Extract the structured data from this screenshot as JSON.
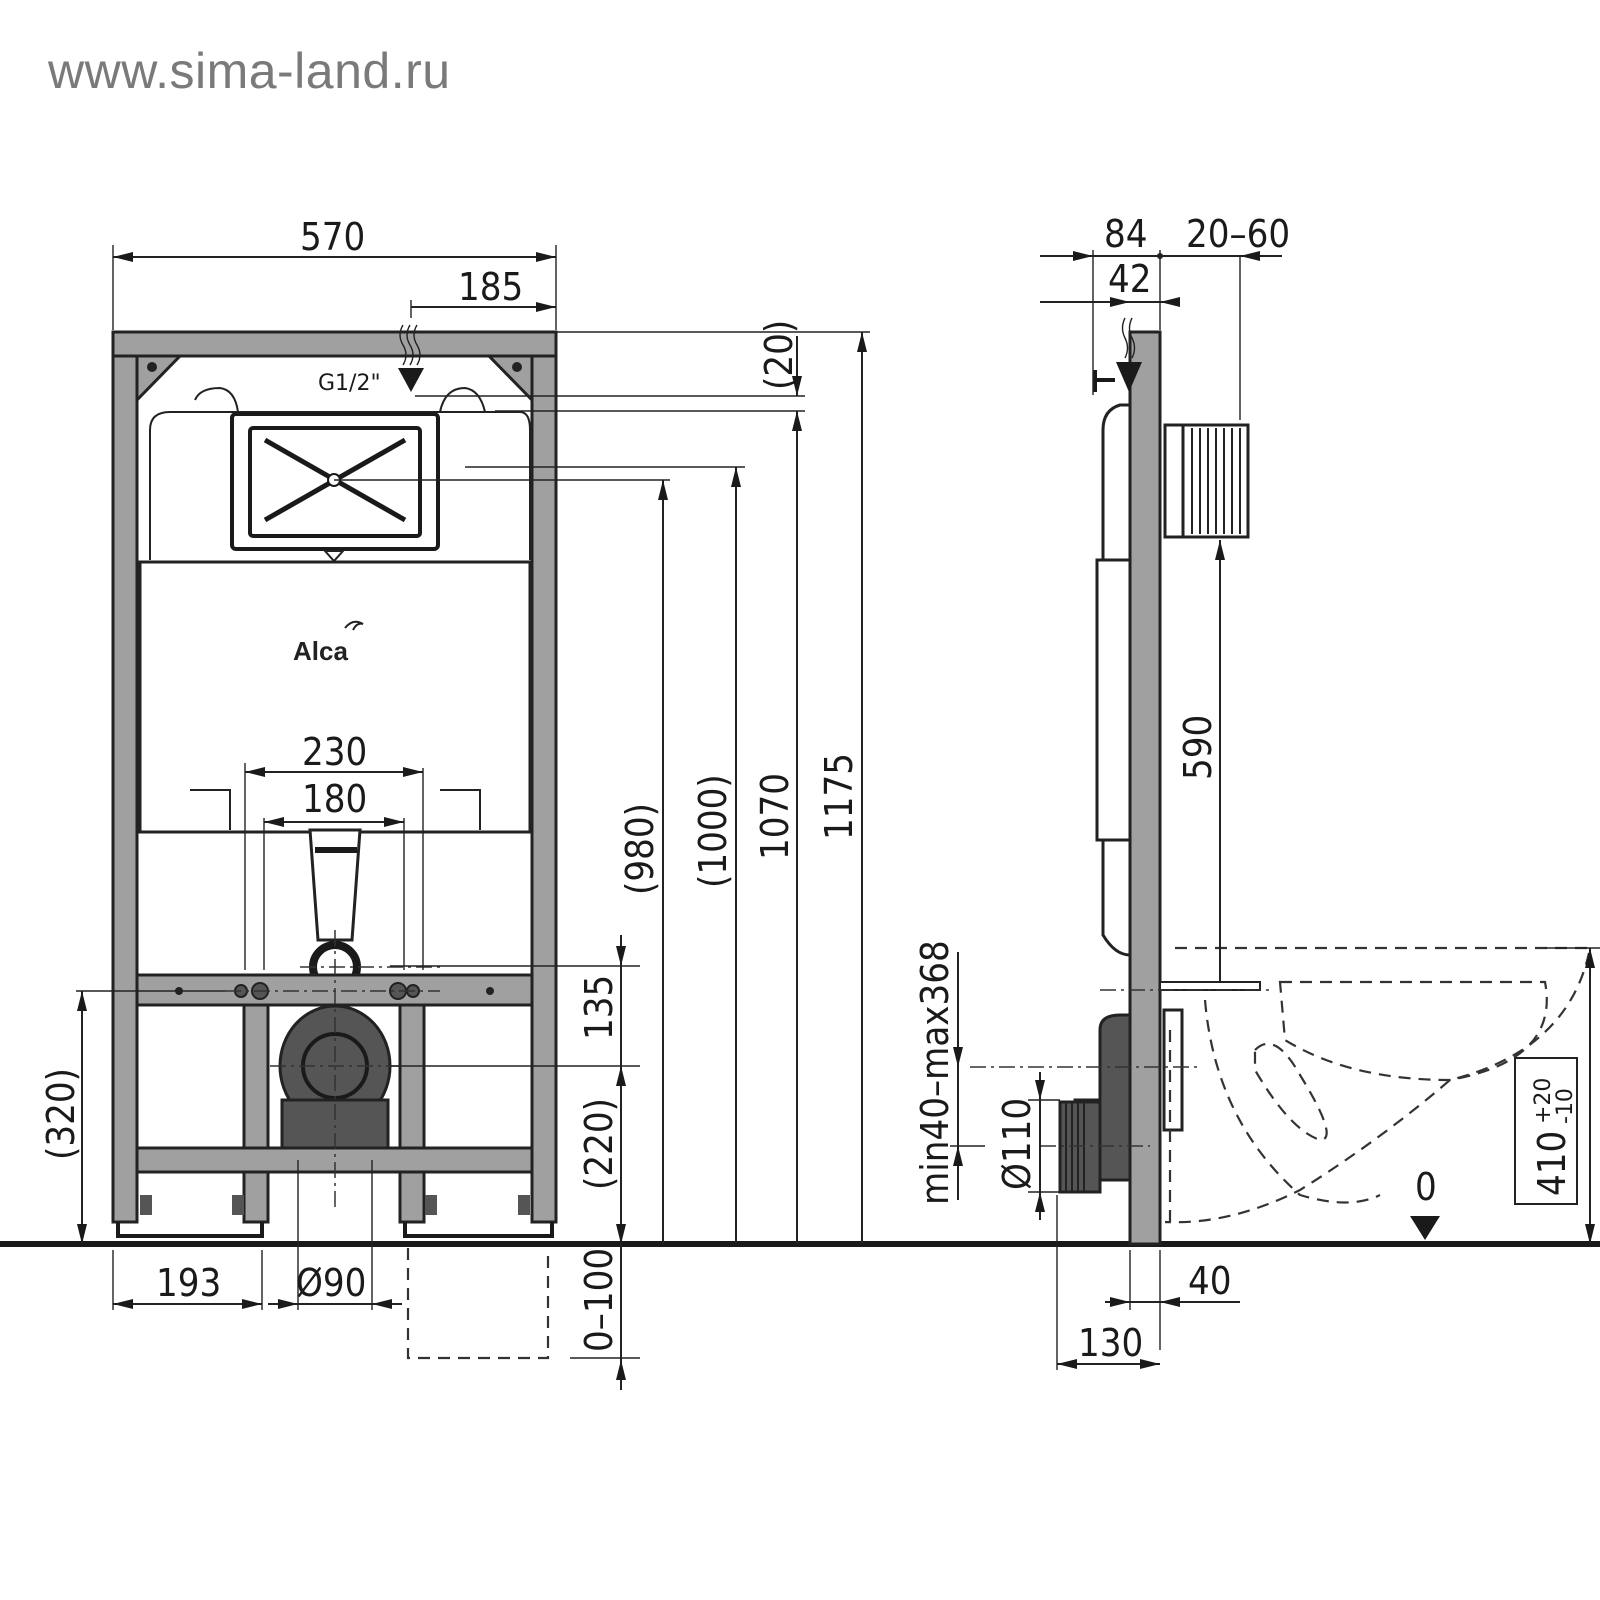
{
  "watermark": "www.sima-land.ru",
  "brand_logo": "Alca",
  "front_view": {
    "dimensions": {
      "width_total": "570",
      "inlet_offset": "185",
      "inlet_thread": "G1/2\"",
      "inlet_top_gap": "(20)",
      "height_980": "(980)",
      "height_1000": "(1000)",
      "height_1070": "1070",
      "height_1175": "1175",
      "bolt_spacing_outer": "230",
      "bolt_spacing_inner": "180",
      "drain_height": "135",
      "drain_axis_height": "(220)",
      "bolt_height": "(320)",
      "foot_width": "193",
      "drain_diameter": "Ø90",
      "foot_extension": "0–100"
    }
  },
  "side_view": {
    "dimensions": {
      "depth_84": "84",
      "wall_gap": "20–60",
      "inlet_depth": "42",
      "flush_height": "590",
      "drain_range": "min40–max368",
      "drain_pipe_diameter": "Ø110",
      "frame_depth": "130",
      "foot_depth": "40",
      "seat_height": "410",
      "seat_tol_plus": "+20",
      "seat_tol_minus": "-10",
      "floor_level": "0"
    }
  }
}
